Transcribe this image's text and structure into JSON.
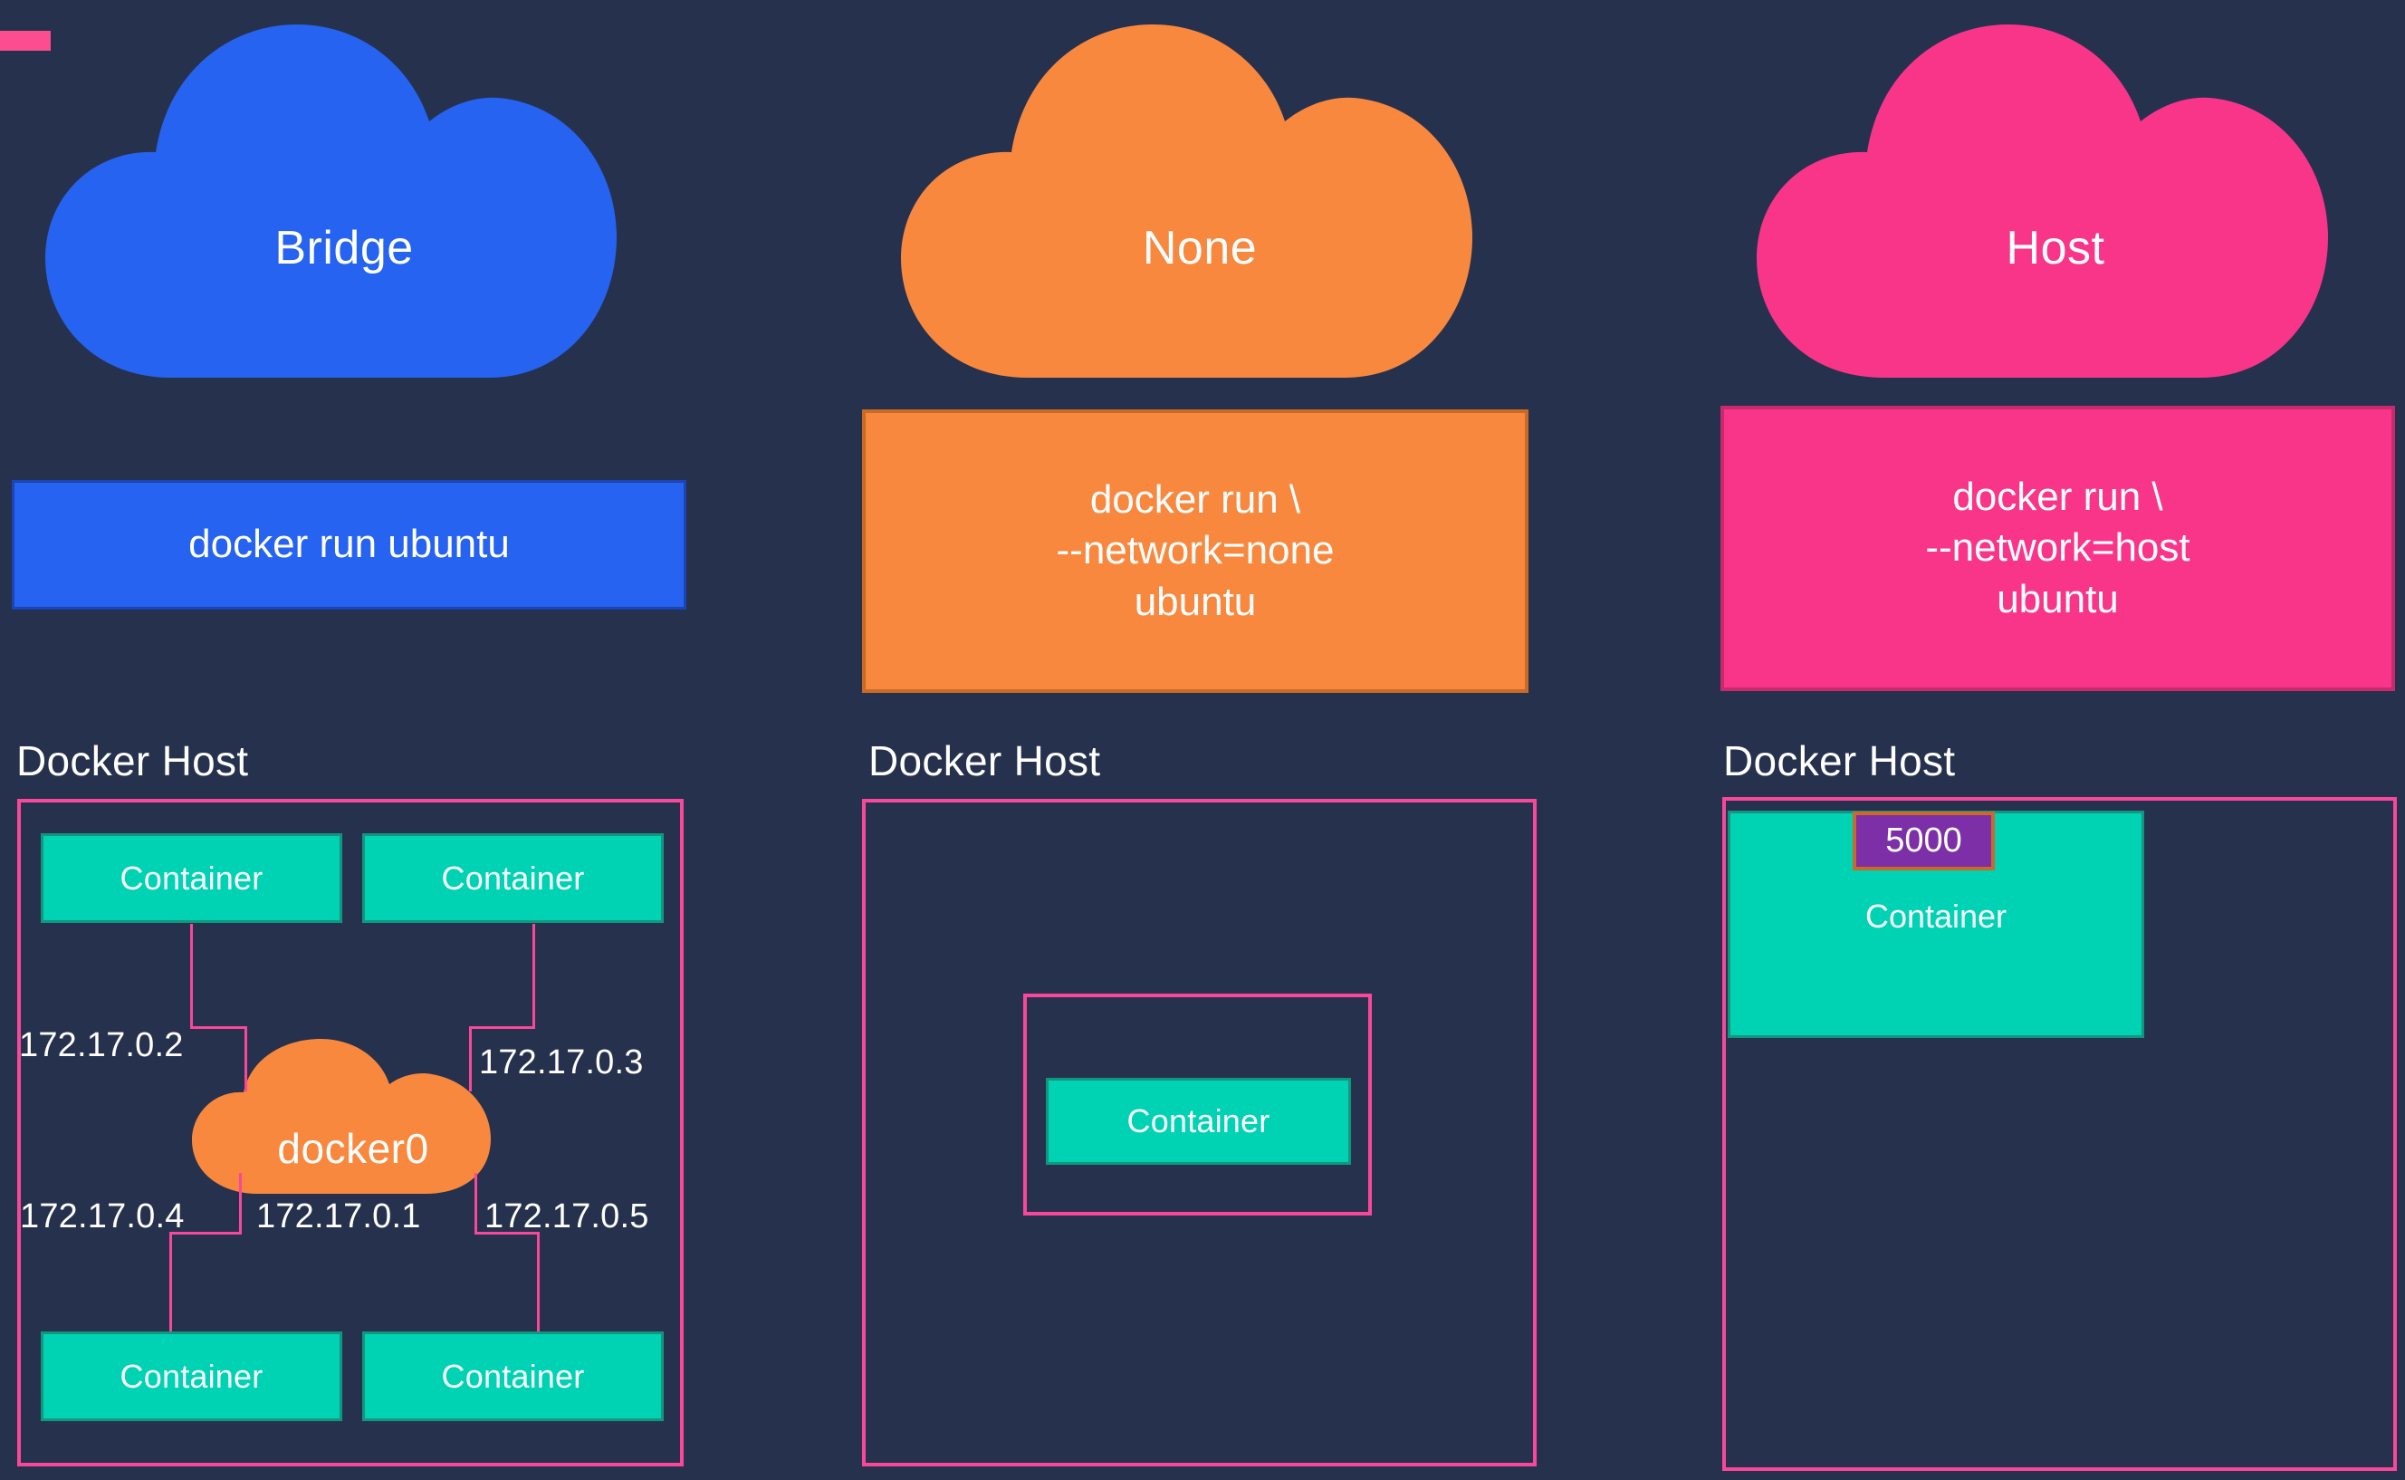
{
  "page": {
    "background_color": "#26314d",
    "accent_bar_color": "#fb4d8f"
  },
  "palette": {
    "bridge_blue": "#2563f0",
    "none_orange": "#f9883f",
    "host_pink": "#f9358a",
    "frame_pink": "#f9479a",
    "container_teal": "#00d2b4",
    "container_teal_border": "#11977f",
    "port_purple": "#7d2fa8",
    "port_border_orange": "#c96a28",
    "text_white": "#ffffff"
  },
  "columns": [
    {
      "key": "bridge",
      "cloud_label": "Bridge",
      "cloud_color": "#2563f0",
      "command": "docker run ubuntu",
      "host_title": "Docker Host",
      "bridge_cloud_label": "docker0",
      "bridge_cloud_color": "#f9883f",
      "containers": [
        {
          "label": "Container",
          "ip": "172.17.0.2"
        },
        {
          "label": "Container",
          "ip": "172.17.0.3"
        },
        {
          "label": "Container",
          "ip": "172.17.0.4"
        },
        {
          "label": "Container",
          "ip": "172.17.0.5"
        }
      ],
      "gateway_ip": "172.17.0.1"
    },
    {
      "key": "none",
      "cloud_label": "None",
      "cloud_color": "#f9883f",
      "command": "docker run \\\n--network=none\nubuntu",
      "host_title": "Docker Host",
      "containers": [
        {
          "label": "Container"
        }
      ]
    },
    {
      "key": "host",
      "cloud_label": "Host",
      "cloud_color": "#f9358a",
      "command": "docker run \\\n--network=host\nubuntu",
      "host_title": "Docker Host",
      "containers": [
        {
          "label": "Container",
          "port": "5000"
        }
      ]
    }
  ]
}
